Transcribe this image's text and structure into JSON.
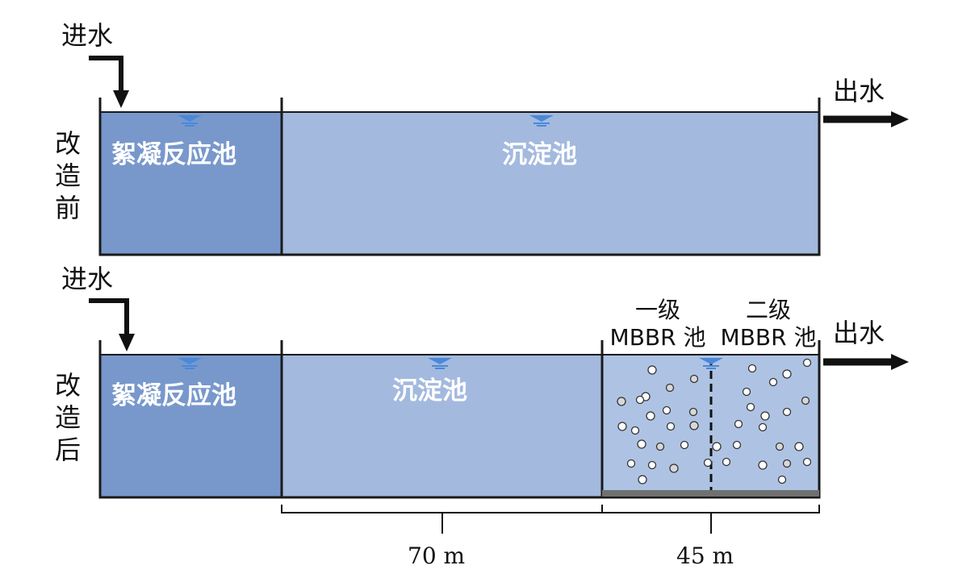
{
  "before": {
    "side_label": "改造前",
    "inflow": "进水",
    "outflow": "出水",
    "tank_floc": "絮凝反应池",
    "tank_settle": "沉淀池"
  },
  "after": {
    "side_label": "改造后",
    "inflow": "进水",
    "outflow": "出水",
    "tank_floc": "絮凝反应池",
    "tank_settle": "沉淀池",
    "mbbr1": "一级\nMBBR 池",
    "mbbr2": "二级\nMBBR 池"
  },
  "dimensions": {
    "settle_length": "70 m",
    "mbbr_length": "45 m"
  },
  "colors": {
    "floc_tank": "#7898cc",
    "settle_tank": "#a3b9de",
    "mbbr_tank": "#aec3e3",
    "water_marker": "#4a88d8",
    "outline": "#1a1a1a"
  }
}
